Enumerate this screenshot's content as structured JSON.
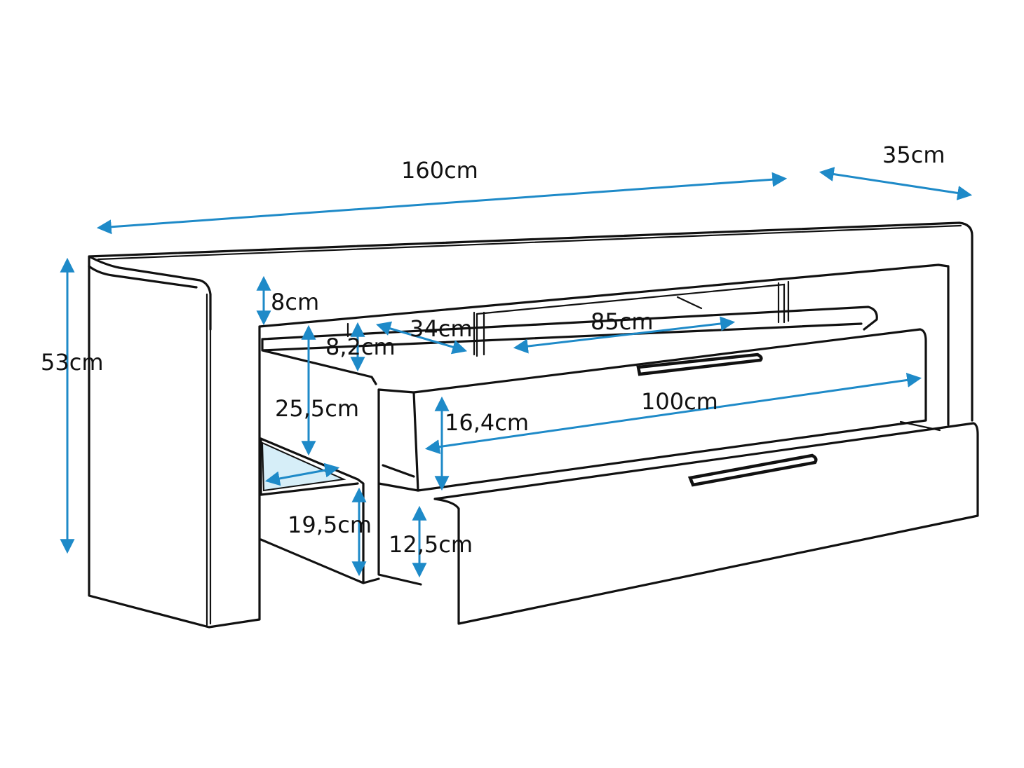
{
  "colors": {
    "dimension_arrow": "#1e8ac8",
    "line": "#111111",
    "glass_tint": "#d6eef8",
    "background": "#ffffff"
  },
  "dimensions": {
    "width": "160cm",
    "depth": "35cm",
    "height": "53cm",
    "top_gap": "8cm",
    "shelf_depth": "34cm",
    "shelf_width": "85cm",
    "shelf_lip": "8,2cm",
    "side_opening": "25,5cm",
    "drawer_front_height": "16,4cm",
    "drawer_width": "100cm",
    "lower_opening": "19,5cm",
    "lower_drawer_height": "12,5cm"
  }
}
